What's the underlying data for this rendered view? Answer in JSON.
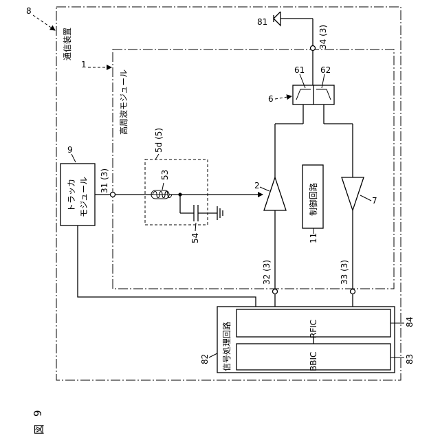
{
  "figure": {
    "title_char": "図",
    "number": "9"
  },
  "labels": {
    "device_ref": "8",
    "device_name": "通信装置",
    "module_ref": "1",
    "module_name": "高周波モジュール",
    "antenna_ref": "81",
    "node34": "34 (3)",
    "node31": "31 (3)",
    "node32": "32 (3)",
    "node33": "33 (3)",
    "duplexer_ref": "6",
    "filter1_ref": "61",
    "filter2_ref": "62",
    "tracker_ref": "9",
    "tracker_line1": "トラッカ",
    "tracker_line2": "モジュール",
    "filter_circuit_ref": "5d (5)",
    "inductor_ref": "53",
    "capacitor_ref": "54",
    "pa_ref": "2",
    "lna_ref": "7",
    "control_name": "制御回路",
    "control_ref": "11",
    "signal_name": "信号処理回路",
    "signal_ref": "82",
    "rfic_name": "RFIC",
    "rfic_ref": "84",
    "bbic_name": "BBIC",
    "bbic_ref": "83"
  }
}
